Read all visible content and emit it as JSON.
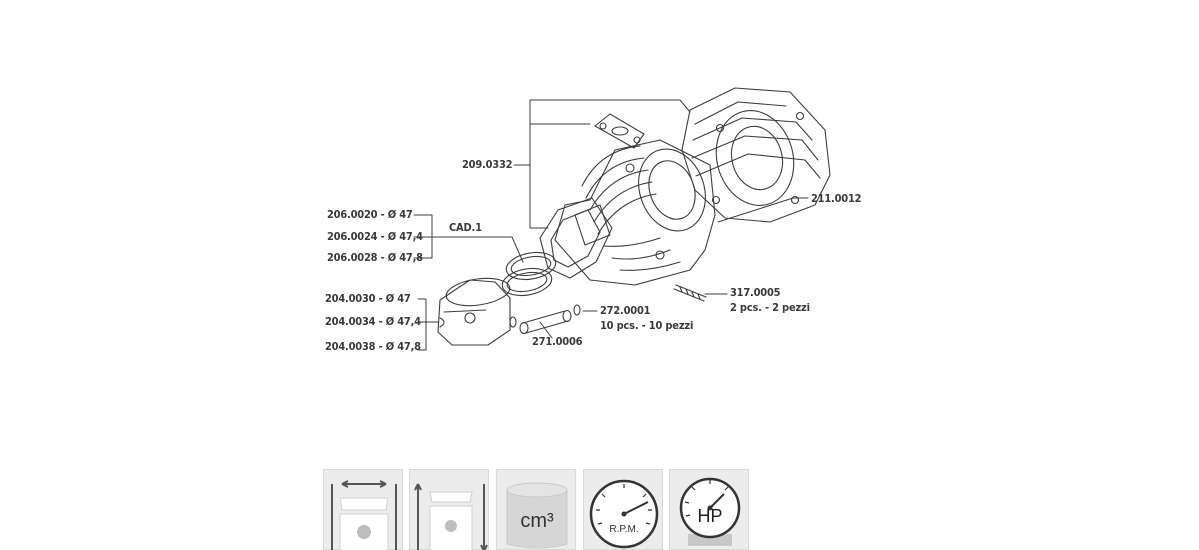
{
  "diagram": {
    "labels": {
      "gasket_group": "209.0332",
      "head": "211.0012",
      "rings_title": "CAD.1",
      "ring_47": "206.0020 - Ø 47",
      "ring_474": "206.0024 - Ø 47,4",
      "ring_478": "206.0028 - Ø 47,8",
      "piston_47": "204.0030 - Ø 47",
      "piston_474": "204.0034 - Ø 47,4",
      "piston_478": "204.0038 - Ø 47,8",
      "pin": "271.0006",
      "clip": "272.0001",
      "clip_qty": "10 pcs. - 10 pezzi",
      "stud": "317.0005",
      "stud_qty": "2 pcs. - 2 pezzi"
    }
  },
  "spec_icons": {
    "cm3_label": "cm³",
    "rpm_label": "R.P.M.",
    "hp_label": "HP",
    "tile_bg": "#ececec"
  }
}
